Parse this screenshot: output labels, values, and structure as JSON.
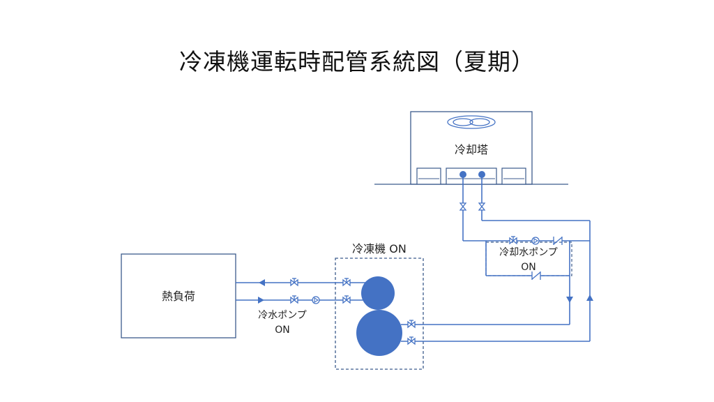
{
  "title": "冷凍機運転時配管系統図（夏期）",
  "cooling_tower": {
    "label": "冷却塔"
  },
  "heat_load": {
    "label": "熱負荷"
  },
  "chiller": {
    "label": "冷凍機 ON"
  },
  "chilled_water_pump": {
    "line1": "冷水ポンプ",
    "line2": "ON"
  },
  "cooling_water_pump": {
    "line1": "冷却水ポンプ",
    "line2": "ON"
  },
  "colors": {
    "pipe": "#4472c4",
    "equipment": "#4472c4",
    "box": "#2f5597"
  }
}
